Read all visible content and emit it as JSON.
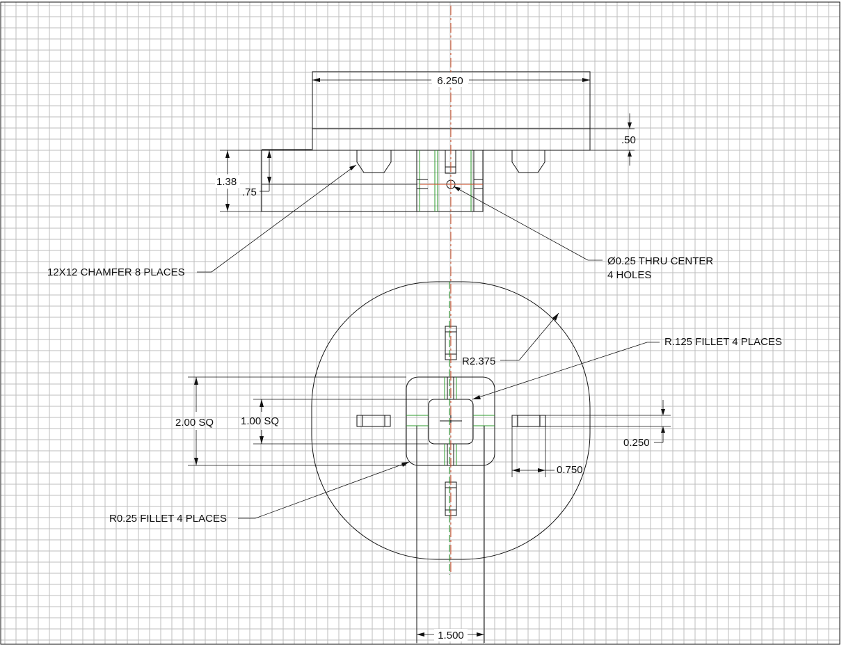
{
  "drawing": {
    "dimensions": {
      "overall_width": "6.250",
      "flange_thickness": ".50",
      "body_height": "1.38",
      "hole_depth": ".75",
      "outer_radius": "R2.375",
      "outer_square": "2.00 SQ",
      "inner_square": "1.00 SQ",
      "slot_width": "0.250",
      "slot_length": "0.750",
      "stem_width": "1.500"
    },
    "notes": {
      "chamfer": "12X12 CHAMFER 8 PLACES",
      "hole_line1": "Ø0.25 THRU CENTER",
      "hole_line2": "4 HOLES",
      "fillet_small": "R.125 FILLET 4 PLACES",
      "fillet_large": "R0.25 FILLET 4 PLACES"
    },
    "colors": {
      "line": "#111111",
      "grid": "#bdbdbd",
      "centerline": "#d9532b",
      "hidden_feature": "#2a9a2a"
    }
  }
}
